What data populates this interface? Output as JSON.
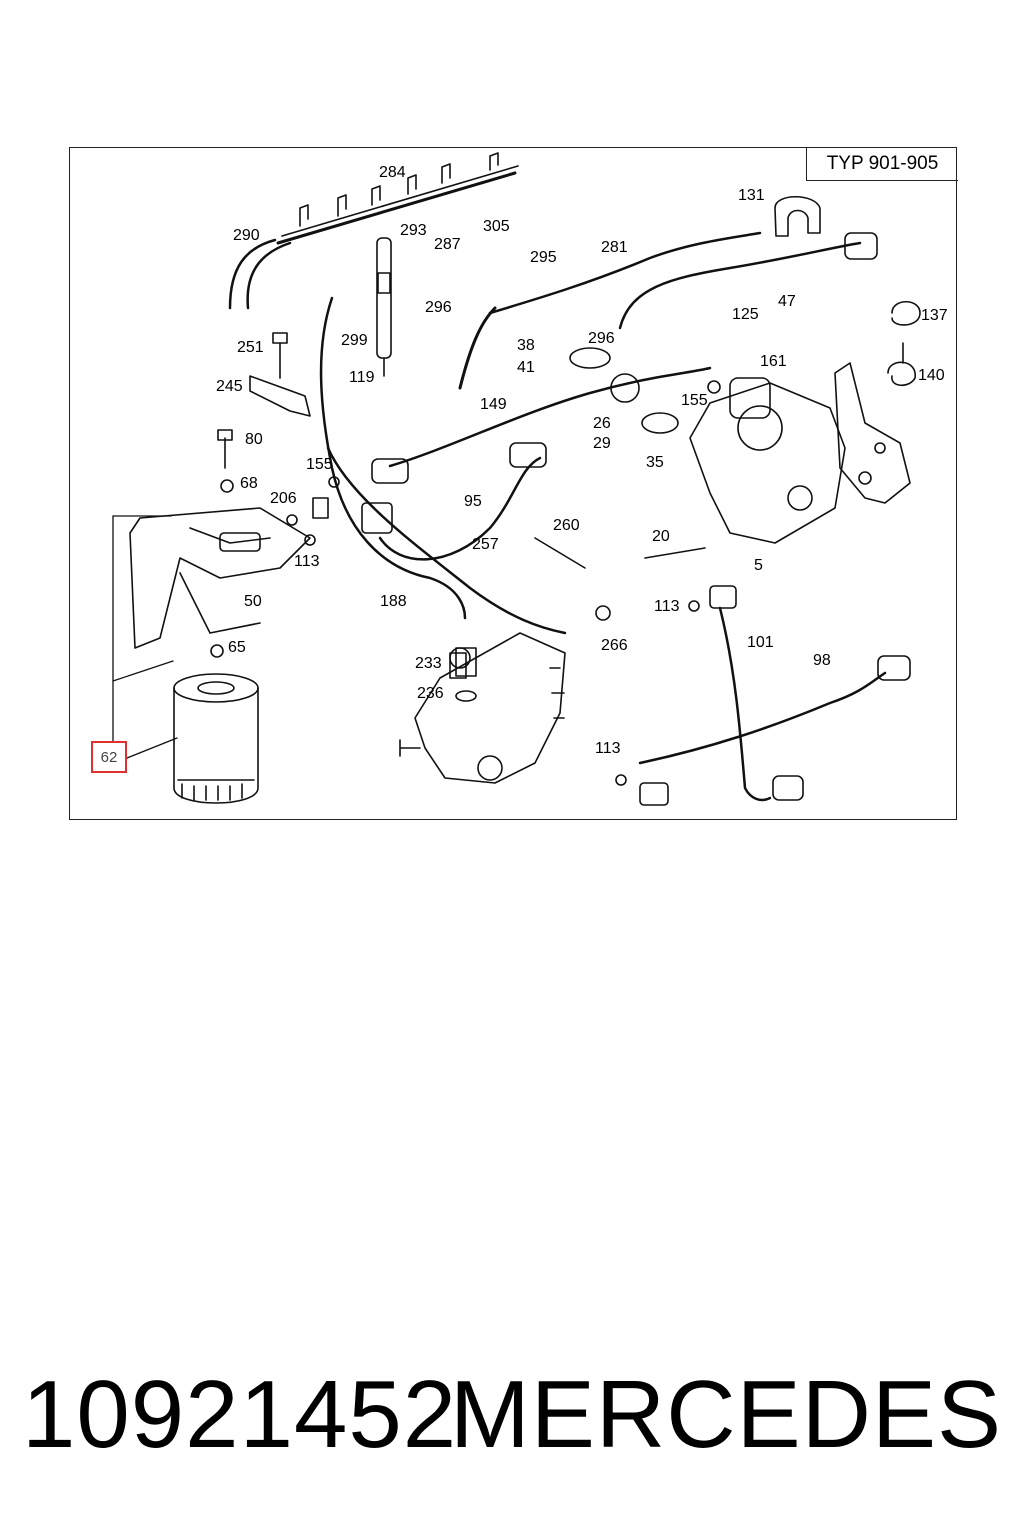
{
  "diagram": {
    "type_label": "TYP 901-905",
    "highlighted_callout": "62",
    "callouts": [
      "284",
      "290",
      "293",
      "287",
      "305",
      "295",
      "281",
      "131",
      "47",
      "137",
      "140",
      "251",
      "299",
      "296",
      "38",
      "41",
      "296b",
      "125",
      "161",
      "245",
      "119",
      "149",
      "26",
      "29",
      "155a",
      "80",
      "155b",
      "35",
      "68",
      "206",
      "95",
      "260",
      "20",
      "5",
      "113a",
      "50",
      "257",
      "188",
      "113b",
      "101",
      "98",
      "65",
      "233",
      "236",
      "266",
      "113c"
    ],
    "labels": {
      "284": "284",
      "290": "290",
      "293": "293",
      "287": "287",
      "305": "305",
      "295": "295",
      "281": "281",
      "131": "131",
      "47": "47",
      "137": "137",
      "140": "140",
      "251": "251",
      "299": "299",
      "296": "296",
      "38": "38",
      "41": "41",
      "296b": "296",
      "125": "125",
      "161": "161",
      "245": "245",
      "119": "119",
      "149": "149",
      "26": "26",
      "29": "29",
      "155a": "155",
      "80": "80",
      "155b": "155",
      "35": "35",
      "68": "68",
      "206": "206",
      "95": "95",
      "260": "260",
      "20": "20",
      "5": "5",
      "113a": "113",
      "50": "50",
      "257": "257",
      "188": "188",
      "113b": "113",
      "101": "101",
      "98": "98",
      "65": "65",
      "233": "233",
      "236": "236",
      "266": "266",
      "113c": "113"
    }
  },
  "footer": {
    "part_number": "10921452",
    "brand": "MERCEDES"
  }
}
